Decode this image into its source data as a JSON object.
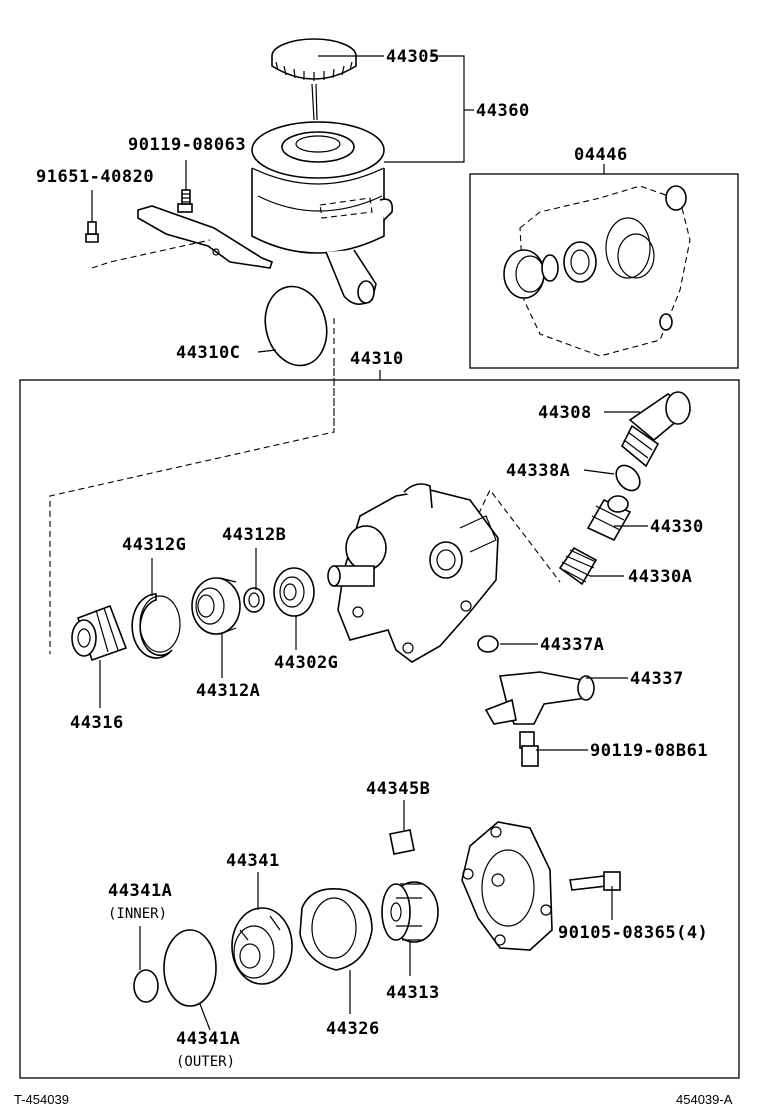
{
  "diagram": {
    "labels": {
      "p44305": "44305",
      "p44360": "44360",
      "p90119_08063": "90119-08063",
      "p91651_40820": "91651-40820",
      "p04446": "04446",
      "p44310C": "44310C",
      "p44310": "44310",
      "p44308": "44308",
      "p44338A": "44338A",
      "p44330": "44330",
      "p44330A": "44330A",
      "p44312G": "44312G",
      "p44312B": "44312B",
      "p44302G": "44302G",
      "p44312A": "44312A",
      "p44316": "44316",
      "p44337A": "44337A",
      "p44337": "44337",
      "p90119_08B61": "90119-08B61",
      "p44345B": "44345B",
      "p44341": "44341",
      "p44341A_inner": "44341A",
      "p44341A_inner_note": "(INNER)",
      "p90105_08365": "90105-08365(4)",
      "p44313": "44313",
      "p44326": "44326",
      "p44341A_outer": "44341A",
      "p44341A_outer_note": "(OUTER)"
    },
    "footer": {
      "left": "T-454039",
      "right": "454039-A"
    }
  }
}
